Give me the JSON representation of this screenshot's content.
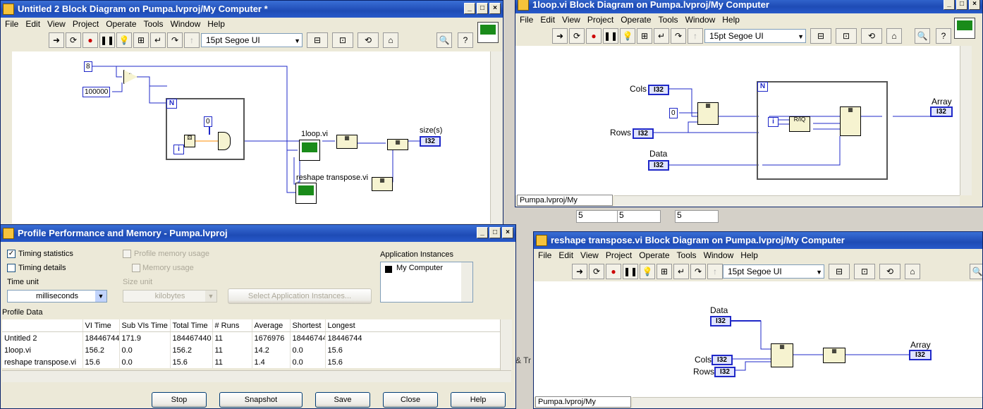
{
  "win1": {
    "title": "Untitled 2 Block Diagram on Pumpa.lvproj/My Computer *",
    "menu": [
      "File",
      "Edit",
      "View",
      "Project",
      "Operate",
      "Tools",
      "Window",
      "Help"
    ],
    "font": "15pt Segoe UI",
    "consts": {
      "c8": "8",
      "c100000": "100000",
      "c0": "0"
    },
    "labels": {
      "loop_vi": "1loop.vi",
      "reshape_vi": "reshape transpose.vi",
      "size": "size(s)"
    },
    "term_i32": "I32",
    "n_label": "N",
    "i_label": "i"
  },
  "win2": {
    "title": "1loop.vi Block Diagram on Pumpa.lvproj/My Computer",
    "menu": [
      "File",
      "Edit",
      "View",
      "Project",
      "Operate",
      "Tools",
      "Window",
      "Help"
    ],
    "font": "15pt Segoe UI",
    "labels": {
      "cols": "Cols",
      "rows": "Rows",
      "data": "Data",
      "array": "Array"
    },
    "const0": "0",
    "term_i32": "I32",
    "n_label": "N",
    "i_label": "i",
    "tab": "Pumpa.lvproj/My Computer",
    "peek_values": [
      "5",
      "5",
      "5"
    ]
  },
  "win3": {
    "title": "reshape transpose.vi Block Diagram on Pumpa.lvproj/My Computer",
    "menu": [
      "File",
      "Edit",
      "View",
      "Project",
      "Operate",
      "Tools",
      "Window",
      "Help"
    ],
    "font": "15pt Segoe UI",
    "labels": {
      "data": "Data",
      "cols": "Cols",
      "rows": "Rows",
      "array": "Array"
    },
    "term_i32": "I32",
    "tab": "Pumpa.lvproj/My Computer"
  },
  "profile": {
    "title": "Profile Performance and Memory - Pumpa.lvproj",
    "timing_statistics": "Timing statistics",
    "timing_details": "Timing details",
    "profile_memory": "Profile memory usage",
    "memory_usage": "Memory usage",
    "time_unit_label": "Time unit",
    "time_unit_value": "milliseconds",
    "size_unit_label": "Size unit",
    "size_unit_value": "kilobytes",
    "select_instances": "Select Application Instances...",
    "app_instances_label": "Application Instances",
    "app_instance": "My Computer",
    "profile_data_label": "Profile Data",
    "columns": [
      "",
      "VI Time",
      "Sub VIs Time",
      "Total Time",
      "# Runs",
      "Average",
      "Shortest",
      "Longest"
    ],
    "rows": [
      [
        "Untitled 2",
        "18446744",
        "171.9",
        "184467440",
        "11",
        "1676976",
        "18446744",
        "18446744"
      ],
      [
        "1loop.vi",
        "156.2",
        "0.0",
        "156.2",
        "11",
        "14.2",
        "0.0",
        "15.6"
      ],
      [
        "reshape transpose.vi",
        "15.6",
        "0.0",
        "15.6",
        "11",
        "1.4",
        "0.0",
        "15.6"
      ]
    ],
    "buttons": {
      "stop": "Stop",
      "snapshot": "Snapshot",
      "save": "Save",
      "close": "Close",
      "help": "Help"
    }
  },
  "misc": {
    "partial_text": "& Tr"
  }
}
